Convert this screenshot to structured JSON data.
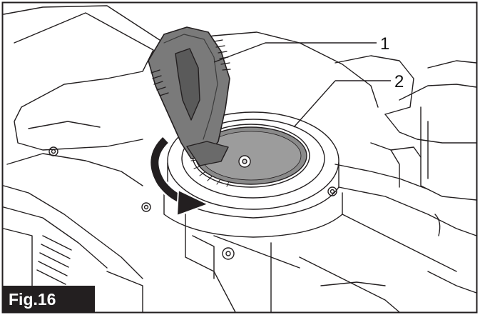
{
  "figure": {
    "label": "Fig.16",
    "callouts": [
      {
        "number": "1"
      },
      {
        "number": "2"
      }
    ],
    "colors": {
      "line": "#231f20",
      "part_fill": "#7a7a7a",
      "part_dark": "#3c3c3c",
      "background": "#ffffff",
      "badge": "#231f20"
    },
    "icons": {
      "rotation_arrow": "curved-arrow-clockwise-icon"
    }
  }
}
